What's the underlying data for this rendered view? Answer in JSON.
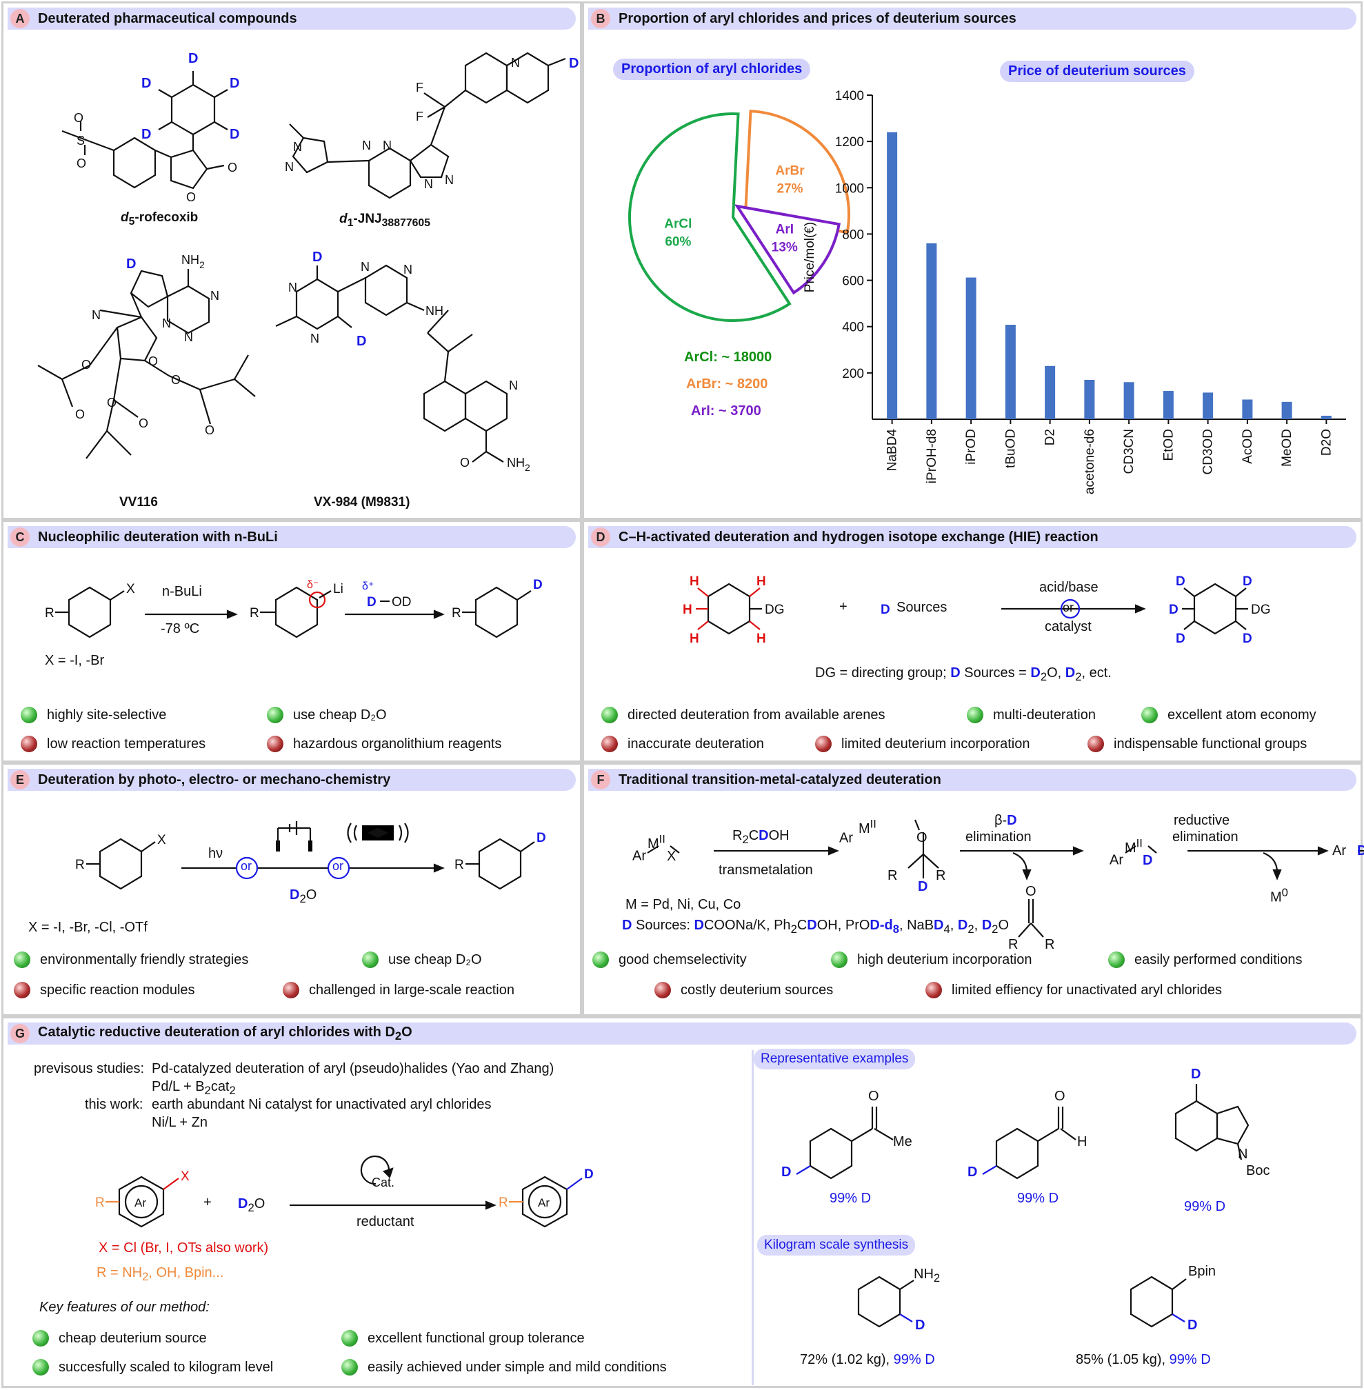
{
  "panels": {
    "A": {
      "badge": "A",
      "title": "Deuterated pharmaceutical compounds",
      "compounds": {
        "rofecoxib": "-rofecoxib",
        "jnj": "-JNJ",
        "jnj_sub": "38877605",
        "vv116": "VV116",
        "vx984": "VX-984 (M9831)"
      }
    },
    "B": {
      "badge": "B",
      "title": "Proportion of aryl chlorides and prices of deuterium sources"
    },
    "C": {
      "badge": "C",
      "title": "Nucleophilic deuteration with n-BuLi",
      "reagent": "n-BuLi",
      "temp": "-78 ºC",
      "x_def": "X = -I, -Br",
      "features": [
        {
          "label": "highly site-selective",
          "good": true
        },
        {
          "label": "use cheap D₂O",
          "good": true
        },
        {
          "label": "low reaction temperatures",
          "good": false
        },
        {
          "label": "hazardous organolithium reagents",
          "good": false
        }
      ]
    },
    "D": {
      "badge": "D",
      "title": "C–H-activated deuteration and hydrogen isotope exchange (HIE) reaction",
      "plus": "+",
      "sources": "Sources",
      "above": "acid/base",
      "or": "or",
      "below": "catalyst",
      "dg_def": "DG = directing group;",
      "ect": ", ect.",
      "features": [
        {
          "label": "directed deuteration from available arenes",
          "good": true
        },
        {
          "label": "multi-deuteration",
          "good": true
        },
        {
          "label": "excellent atom economy",
          "good": true
        },
        {
          "label": "inaccurate deuteration",
          "good": false
        },
        {
          "label": "limited deuterium incorporation",
          "good": false
        },
        {
          "label": "indispensable functional groups",
          "good": false
        }
      ]
    },
    "E": {
      "badge": "E",
      "title": "Deuteration by photo-, electro- or mechano-chemistry",
      "hv": "hν",
      "or": "or",
      "x_def": "X = -I, -Br, -Cl, -OTf",
      "features": [
        {
          "label": "environmentally friendly strategies",
          "good": true
        },
        {
          "label": "use cheap D₂O",
          "good": true
        },
        {
          "label": "specific reaction modules",
          "good": false
        },
        {
          "label": "challenged in large-scale reaction",
          "good": false
        }
      ]
    },
    "F": {
      "badge": "F",
      "title": "Traditional transition-metal-catalyzed deuteration",
      "transmetalation": "transmetalation",
      "elimination": "elimination",
      "reductive": "reductive",
      "elimination2": "elimination",
      "m0": "M",
      "m_def": "M = Pd, Ni, Cu, Co",
      "features": [
        {
          "label": "good chemselectivity",
          "good": true
        },
        {
          "label": "high deuterium incorporation",
          "good": true
        },
        {
          "label": "easily performed conditions",
          "good": true
        },
        {
          "label": "costly deuterium sources",
          "good": false
        },
        {
          "label": "limited effiency for unactivated aryl chlorides",
          "good": false
        }
      ]
    },
    "G": {
      "badge": "G",
      "title": "Catalytic reductive deuteration of aryl chlorides with D",
      "prev_label": "previsous studies:",
      "prev_text": "Pd-catalyzed deuteration of aryl (pseudo)halides (Yao and Zhang)",
      "prev_cond": "Pd/L + B",
      "this_label": "this work:",
      "this_text": "earth abundant Ni catalyst for unactivated aryl chlorides",
      "this_cond": "Ni/L + Zn",
      "cat": "Cat.",
      "reductant": "reductant",
      "plus": "+",
      "x_note": "X = Cl (Br, I, OTs also work)",
      "r_note": "R = NH",
      "key_title": "Key features of our method:",
      "features": [
        {
          "label": "cheap deuterium source",
          "good": true
        },
        {
          "label": "excellent functional group tolerance",
          "good": true
        },
        {
          "label": "succesfully scaled to kilogram level",
          "good": true
        },
        {
          "label": "easily achieved under simple and mild conditions",
          "good": true
        }
      ],
      "rep_title": "Representative examples",
      "rep_yields": [
        "99% D",
        "99% D",
        "99% D"
      ],
      "kg_title": "Kilogram scale synthesis",
      "kg_yields": [
        {
          "mass": "72% (1.02 kg), ",
          "d": "99% D"
        },
        {
          "mass": "85% (1.05 kg), ",
          "d": "99% D"
        }
      ]
    }
  },
  "chart_data": [
    {
      "type": "pie",
      "title": "Proportion of aryl chlorides",
      "slices": [
        {
          "name": "ArCl",
          "value": 60,
          "label": "60%",
          "color": "#1aa84a"
        },
        {
          "name": "ArBr",
          "value": 27,
          "label": "27%",
          "color": "#f08a3c"
        },
        {
          "name": "ArI",
          "value": 13,
          "label": "13%",
          "color": "#7a1fc8"
        }
      ],
      "counts": [
        {
          "label": "ArCl: ~ 18000",
          "color": "#109010"
        },
        {
          "label": "ArBr: ~ 8200",
          "color": "#f08a3c"
        },
        {
          "label": "ArI: ~ 3700",
          "color": "#7a1fc8"
        }
      ]
    },
    {
      "type": "bar",
      "title": "Price of deuterium sources",
      "ylabel": "Price/mol(€)",
      "ylim": [
        0,
        1400
      ],
      "yticks": [
        200,
        400,
        600,
        800,
        1000,
        1200,
        1400
      ],
      "categories": [
        "NaBD4",
        "iPrOH-d8",
        "iPrOD",
        "tBuOD",
        "D2",
        "acetone-d6",
        "CD3CN",
        "EtOD",
        "CD3OD",
        "AcOD",
        "MeOD",
        "D2O"
      ],
      "values": [
        1240,
        760,
        612,
        408,
        230,
        170,
        160,
        122,
        115,
        85,
        75,
        15
      ],
      "color": "#4472c4"
    }
  ]
}
